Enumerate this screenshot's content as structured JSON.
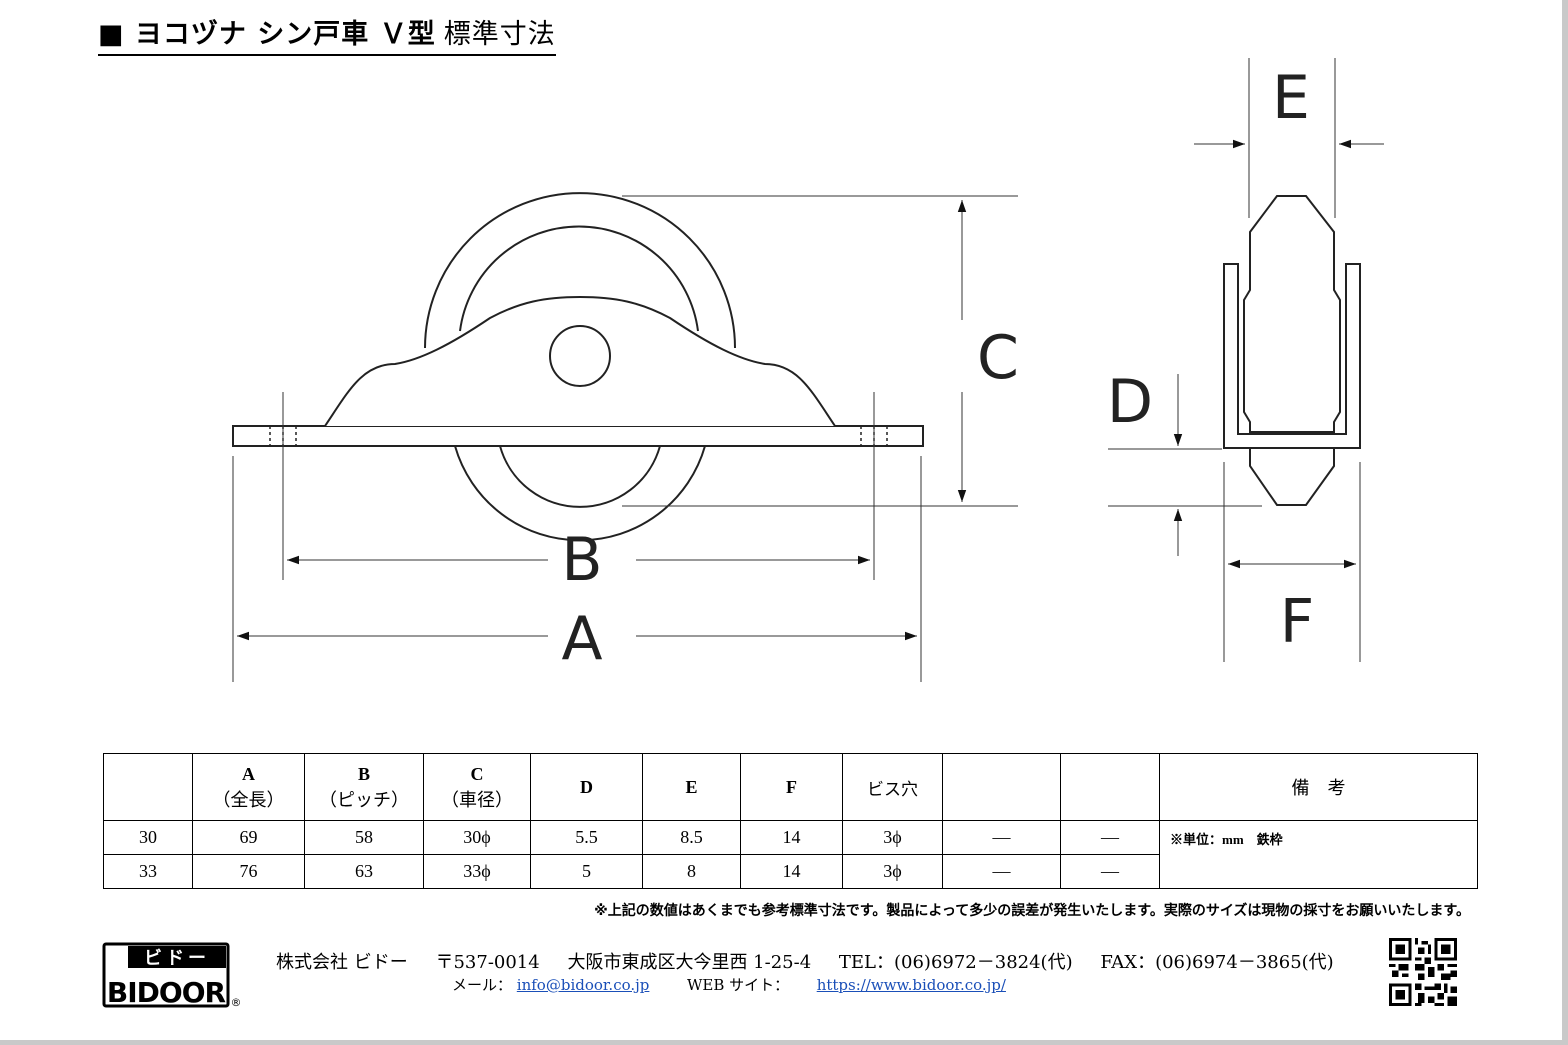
{
  "header": {
    "title_main": "■ ヨコヅナ シン戸車 Ｖ型",
    "title_sub": "標準寸法"
  },
  "drawing": {
    "labels": {
      "A": "A",
      "B": "B",
      "C": "C",
      "D": "D",
      "E": "E",
      "F": "F"
    }
  },
  "table": {
    "headers": [
      {
        "letter": "",
        "sub": ""
      },
      {
        "letter": "A",
        "sub": "（全長）"
      },
      {
        "letter": "B",
        "sub": "（ピッチ）"
      },
      {
        "letter": "C",
        "sub": "（車径）"
      },
      {
        "letter": "D",
        "sub": ""
      },
      {
        "letter": "E",
        "sub": ""
      },
      {
        "letter": "F",
        "sub": ""
      },
      {
        "letter": "ビス穴",
        "sub": ""
      },
      {
        "letter": "",
        "sub": ""
      },
      {
        "letter": "",
        "sub": ""
      },
      {
        "letter": "備　考",
        "sub": ""
      }
    ],
    "rows": [
      [
        "30",
        "69",
        "58",
        "30ϕ",
        "5.5",
        "8.5",
        "14",
        "3ϕ",
        "—",
        "—"
      ],
      [
        "33",
        "76",
        "63",
        "33ϕ",
        "5",
        "8",
        "14",
        "3ϕ",
        "—",
        "—"
      ]
    ],
    "remark": "※単位：mm　鉄枠"
  },
  "footer": {
    "note": "※上記の数値はあくまでも参考標準寸法です。製品によって多少の誤差が発生いたします。実際のサイズは現物の採寸をお願いいたします。",
    "logo_kana": "ビドー",
    "logo_text": "BIDOOR",
    "logo_mark": "®",
    "company": "株式会社 ビドー",
    "postal": "〒537-0014",
    "address": "大阪市東成区大今里西 1-25-4",
    "tel": "TEL：(06)6972－3824(代)",
    "fax": "FAX：(06)6974－3865(代)",
    "mail_label": "メール：",
    "mail": "info@bidoor.co.jp",
    "web_label": "WEB サイト：",
    "web": "https://www.bidoor.co.jp/"
  }
}
